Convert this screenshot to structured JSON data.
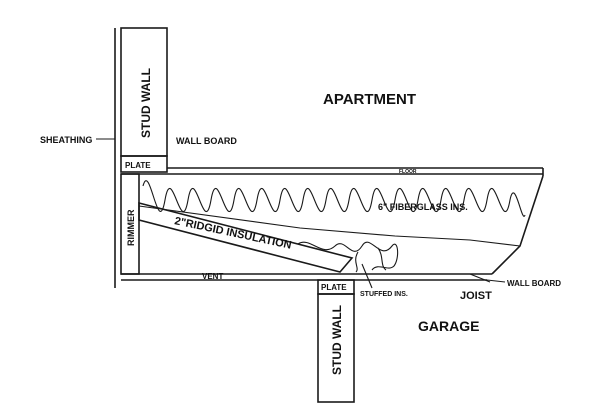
{
  "labels": {
    "apartment": "APARTMENT",
    "garage": "GARAGE",
    "stud_wall_top": "STUD WALL",
    "stud_wall_bottom": "STUD WALL",
    "sheathing": "SHEATHING",
    "wall_board_top": "WALL BOARD",
    "wall_board_right": "WALL BOARD",
    "plate_top": "PLATE",
    "plate_bottom": "PLATE",
    "floor": "FLOOR",
    "fiberglass": "6\" FIBERGLASS INS.",
    "rigid_insulation": "2\"RIDGID INSULATION",
    "rimmer": "RIMMER",
    "vent": "VENT",
    "stuffed": "STUFFED INS.",
    "joist": "JOIST"
  },
  "colors": {
    "line": "#1a1a1a",
    "background": "#ffffff"
  }
}
